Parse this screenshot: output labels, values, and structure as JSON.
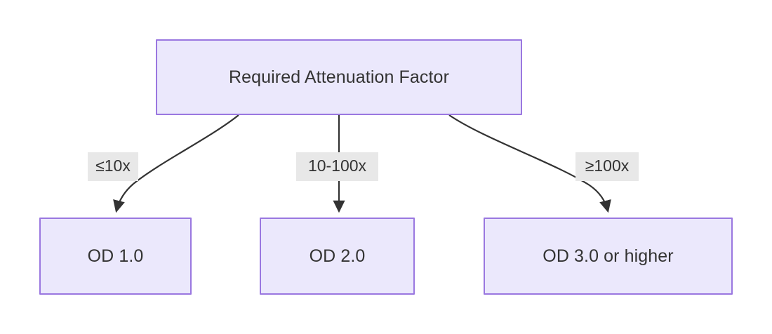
{
  "diagram": {
    "type": "flowchart",
    "title": "Required Attenuation Factor decision flow",
    "colors": {
      "node_fill": "#ebe8fc",
      "node_border": "#9a77e0",
      "node_text": "#333333",
      "edge_stroke": "#333333",
      "edge_label_bg": "#e8e8e8",
      "background": "#ffffff"
    },
    "nodes": [
      {
        "id": "root",
        "label": "Required Attenuation Factor"
      },
      {
        "id": "od1",
        "label": "OD 1.0"
      },
      {
        "id": "od2",
        "label": "OD 2.0"
      },
      {
        "id": "od3",
        "label": "OD 3.0 or higher"
      }
    ],
    "edges": [
      {
        "from": "root",
        "to": "od1",
        "label": "≤10x"
      },
      {
        "from": "root",
        "to": "od2",
        "label": "10-100x"
      },
      {
        "from": "root",
        "to": "od3",
        "label": "≥100x"
      }
    ]
  }
}
